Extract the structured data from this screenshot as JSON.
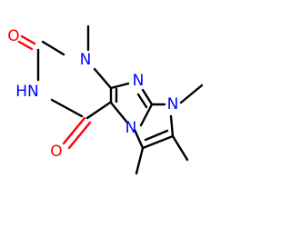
{
  "molecule": {
    "atoms": {
      "o1": {
        "symbol": "O",
        "color": "#ff0000"
      },
      "o2": {
        "symbol": "O",
        "color": "#ff0000"
      },
      "n1": {
        "symbol": "N",
        "color": "#0000ff"
      },
      "nh": {
        "symbol": "HN",
        "color": "#0000ff"
      },
      "n9": {
        "symbol": "N",
        "color": "#0000ff"
      },
      "n7": {
        "symbol": "N",
        "color": "#0000ff"
      },
      "n8": {
        "symbol": "N",
        "color": "#0000ff"
      }
    },
    "colors": {
      "carbon_bond": "#000000",
      "nitrogen": "#0000ff",
      "oxygen": "#ff0000",
      "background": "#ffffff"
    }
  }
}
